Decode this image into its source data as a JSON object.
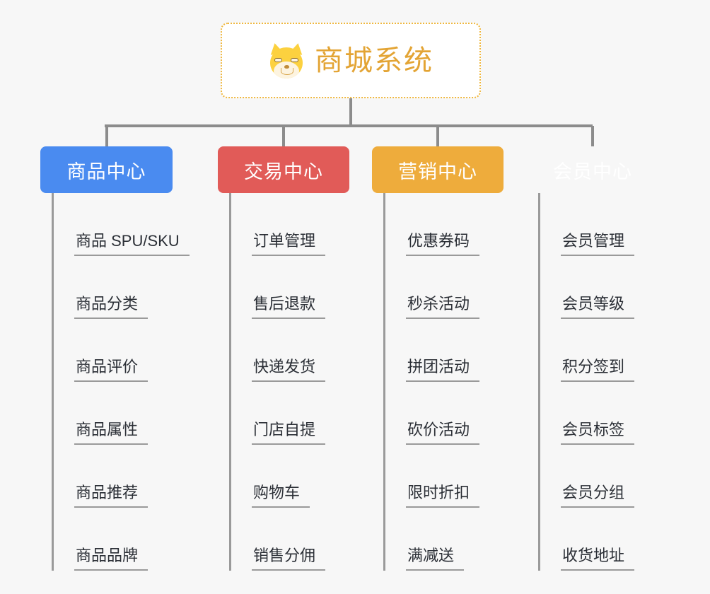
{
  "diagram": {
    "type": "mindmap",
    "background_color": "#f7f7f7",
    "root": {
      "title": "商城系统",
      "icon": "shiba-inu-dog-emoji",
      "text_color": "#e3a434",
      "border_color": "#efb73e",
      "background_color": "#ffffff"
    },
    "connector_color": "#8c8c8c",
    "branches": [
      {
        "label": "商品中心",
        "color": "#4a8bf0",
        "items": [
          "商品 SPU/SKU",
          "商品分类",
          "商品评价",
          "商品属性",
          "商品推荐",
          "商品品牌"
        ]
      },
      {
        "label": "交易中心",
        "color": "#e15b58",
        "items": [
          "订单管理",
          "售后退款",
          "快递发货",
          "门店自提",
          "购物车",
          "销售分佣"
        ]
      },
      {
        "label": "营销中心",
        "color": "#eeac3c",
        "items": [
          "优惠券码",
          "秒杀活动",
          "拼团活动",
          "砍价活动",
          "限时折扣",
          "满减送"
        ]
      },
      {
        "label": "会员中心",
        "color": "#74c council44",
        "items": [
          "会员管理",
          "会员等级",
          "积分签到",
          "会员标签",
          "会员分组",
          "收货地址"
        ]
      }
    ]
  }
}
